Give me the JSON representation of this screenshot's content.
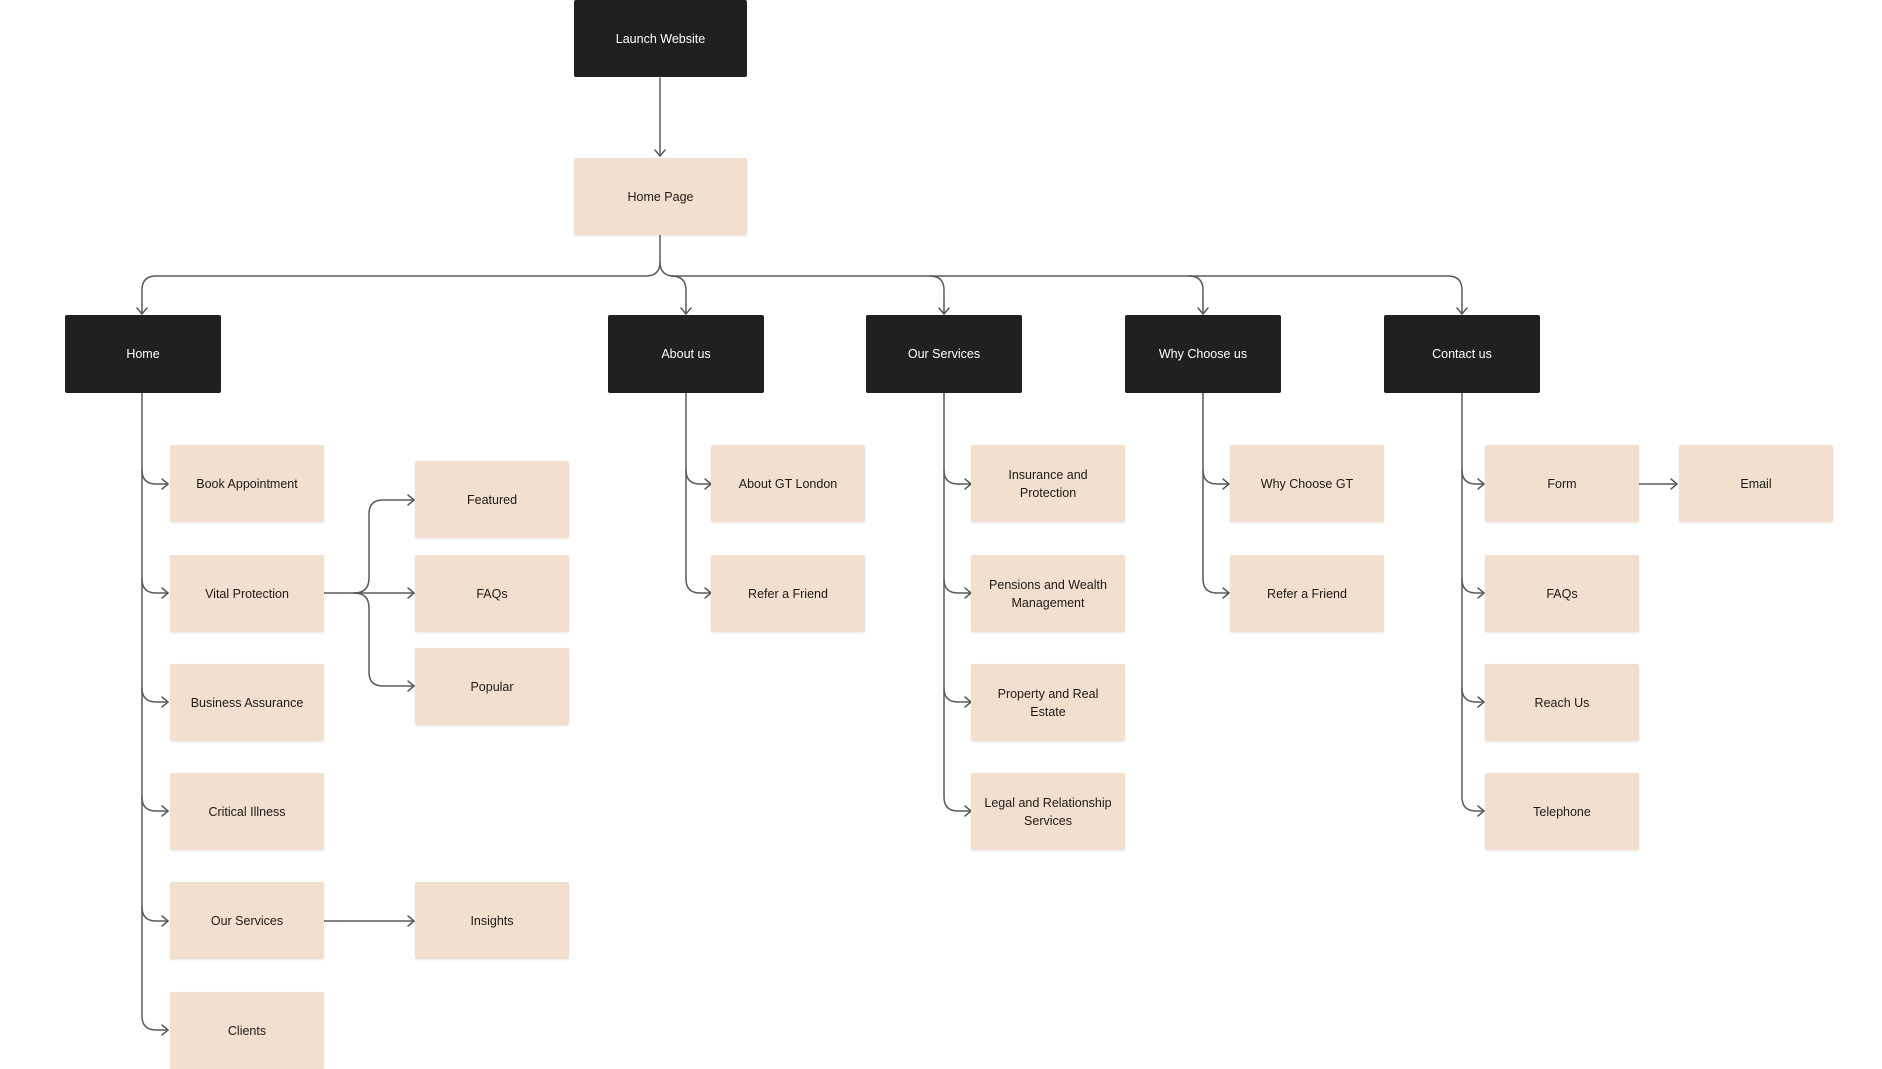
{
  "nodes": {
    "launch": "Launch Website",
    "home_page": "Home Page",
    "home": "Home",
    "about": "About us",
    "services": "Our Services",
    "why": "Why Choose us",
    "contact": "Contact us",
    "book": "Book Appointment",
    "vital": "Vital Protection",
    "business": "Business Assurance",
    "critical": "Critical Illness",
    "home_services": "Our Services",
    "clients": "Clients",
    "featured": "Featured",
    "faqs_home": "FAQs",
    "popular": "Popular",
    "insights": "Insights",
    "about_gt": "About GT London",
    "refer_about": "Refer a Friend",
    "insurance": "Insurance and Protection",
    "pensions": "Pensions and Wealth Management",
    "property": "Property and Real Estate",
    "legal": "Legal and Relationship Services",
    "why_gt": "Why Choose GT",
    "refer_why": "Refer a Friend",
    "form": "Form",
    "email": "Email",
    "faqs_contact": "FAQs",
    "reach": "Reach Us",
    "telephone": "Telephone"
  },
  "colors": {
    "dark_node": "#221f20",
    "light_node": "#f2dfcd",
    "connector": "#5a5a5a"
  }
}
